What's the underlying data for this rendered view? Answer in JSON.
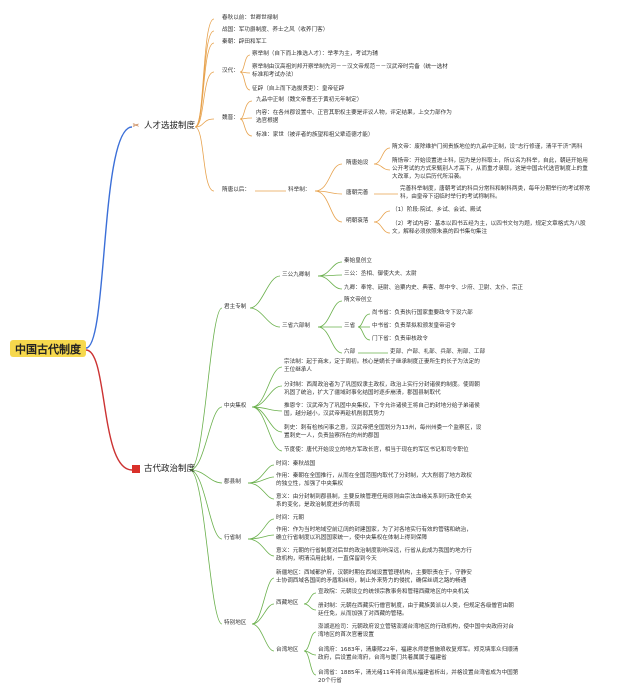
{
  "root": "中国古代制度",
  "main": {
    "talent": "人才选拔制度",
    "politics": "古代政治制度"
  },
  "icons": {
    "talent": "tools-icon",
    "politics": "red-flag-icon"
  },
  "colors": {
    "root_fill": "#f6d84d",
    "talent_branch": "#3b6fd8",
    "politics_branch": "#cc3333",
    "talent_sub": "#e7a24d",
    "politics_sub": "#6ab04c"
  },
  "talent": {
    "t1": "春秋以前：世卿世禄制",
    "t2": "战国：军功爵制度、养士之风（收养门客）",
    "t3": "秦朝：辟田和军工",
    "han": "汉代：",
    "han1": "察举制（自下而上推选人才）：举孝为主，考试为辅",
    "han2a": "察举制由汉高祖刘邦开察举制先河－－汉文帝规范－－汉武帝时完备（统一选材",
    "han2b": "标准和考试办法）",
    "han3": "征辟（自上而下选拔贤吏）：皇帝征辟",
    "wei": "魏晋：",
    "wei1": "九品中正制（魏文帝曹丕于黄初元年制定）",
    "wei2a": "内容：在各州郡设置中、正官其职权主要是评议人物，评定结果，上交力部作为",
    "wei2b": "选官根据",
    "wei3": "标准：家世（被评者的族望和祖父辈道德才能）",
    "sui": "隋唐以后：",
    "keju": "科举制：",
    "k1": "隋唐始设",
    "k1a1": "隋文帝：废除维护门阀贵族地位的九品中正制，设“志行修谨，清平干济”两科",
    "k1a2a": "隋炀帝：开始设置进士科，因为是分科取士，所以名为科举，自此，朝廷开始用",
    "k1a2b": "公开考试的方式来甄别人才高下，从而重才录取，这是中国古代选官制度上的重",
    "k1a2c": "大改革，为以后历代所沿袭。",
    "k2": "唐朝完善",
    "k2aa": "完善科举制度，唐朝考试的科目分常科和制科两类，每年分期举行的考试称常",
    "k2ab": "科，由皇帝下诏临时举行的考试称制科。",
    "k3": "明朝衰落",
    "k3a1": "（1）阶段:院试、乡试、会试、殿试",
    "k3a2a": "（2）考试内容：基本以四书五经为主，以四书文句为题，规定文章格式为八股",
    "k3a2b": "文，解释必须依照朱熹的四书集句集注"
  },
  "politics": {
    "emp": "君主专制",
    "sangong": "三公九卿制",
    "sg1": "秦始皇创立",
    "sg2": "三公：丞相、御使大夫、太尉",
    "sg3": "九卿：奉常、廷尉、治粟内史、典客、郎中令、少府、卫尉、太仆、宗正",
    "sansheng": "三省六部制",
    "ss1": "隋文帝创立",
    "ss2": "三省",
    "ss2a": "尚书省：负责执行国家重要政令下设六部",
    "ss2b": "中书省：负责草拟和颁发皇帝诏令",
    "ss2c": "门下省：负责审核政令",
    "ss3": "六部",
    "ss3a": "吏部、户部、礼部、兵部、刑部、工部",
    "central": "中央集权",
    "c1a": "宗法制：起于商末，定于周初。核心是嫡长子继承制度正妻所生的长子为法定的",
    "c1b": "王位继承人",
    "c2a": "分封制：西周政治者为了巩固奴隶主政权，政治上实行分封诸侯的制度。使周朝",
    "c2b": "巩固了统治，扩大了疆域封事化结国时逐步崩溃，郡国县制取代",
    "c3a": "推恩令：汉武帝为了巩固中央集权，下令允许诸侯王将自己的封地分给子弟诸侯",
    "c3b": "国，越分越小，汉武帝再趁机削弱其势力",
    "c4a": "刺史：刺有检核问事之意，汉武帝把全国划分为13州，每州州委一个监察区，设",
    "c4b": "置刺史一人，负责监察所在的州的郡国",
    "c5": "节度使：唐代开始设立的地方军政长官，相当于现在的军区书记和司令职位",
    "jun": "郡县制",
    "j1": "时间：秦秋战国",
    "j2a": "作用：秦朝在全国推行，从而在全国范围内取代了分封制，大大削弱了地方政权",
    "j2b": "的独立性，加强了中央集权",
    "j3a": "意义：由分封制到郡县制，主要反映管理任用原则由宗法血缘关系到行政任命关",
    "j3b": "系的变化，是政治制度进步的表现",
    "xing": "行省制",
    "x1": "时间：元朝",
    "x2a": "作用：作为当时地域空前辽阔的封建国家，为了对各地实行有效的管辖和统治，",
    "x2b": "确立行省制度以巩固国家统一，使中央集权在体制上得到保障",
    "x3a": "意义：元朝的行省制度对后世的政治制度影响深远，行省从此成为我国的地方行",
    "x3b": "政机构，明清沿用此制，一直保留到今天",
    "special": "特别地区",
    "xj1": "新疆地区：西域都护府，汉朝时期在西域设置管理机构，主要职责在于，守静安",
    "xj2": "士协调西域各国间的矛盾和纠纷，制止外来势力的侵扰，确保丝绸之路的畅通",
    "xz": "西藏地区",
    "xz1": "宣政院：元朝设立的统领宗教事务和管辖西藏地区的中央机关",
    "xz2a": "册封制：元朝在西藏实行僧官制度，由于藏族黄派以人类，但规定各级僧官由朝",
    "xz2b": "廷任免，从而加强了对西藏的管辖。",
    "tw": "台湾地区",
    "tw1a": "澎湖巡检司：元朝政府设立管辖澎湖台湾地区的行政机构，使中国中央政府对台",
    "tw1b": "湾地区的首次官署设置",
    "tw2a": "台湾府：1683年，清康熙22年，福建水师提督施琅收复郑军。郑克塽率众归顺清",
    "tw2b": "政府，后设置台湾府，台湾与厦门共着属属于福建省",
    "tw3a": "台湾省：1885年，清光绪11年将台湾从福建省析出，并格设置台湾省成为中国第",
    "tw3b": "20个行省"
  }
}
